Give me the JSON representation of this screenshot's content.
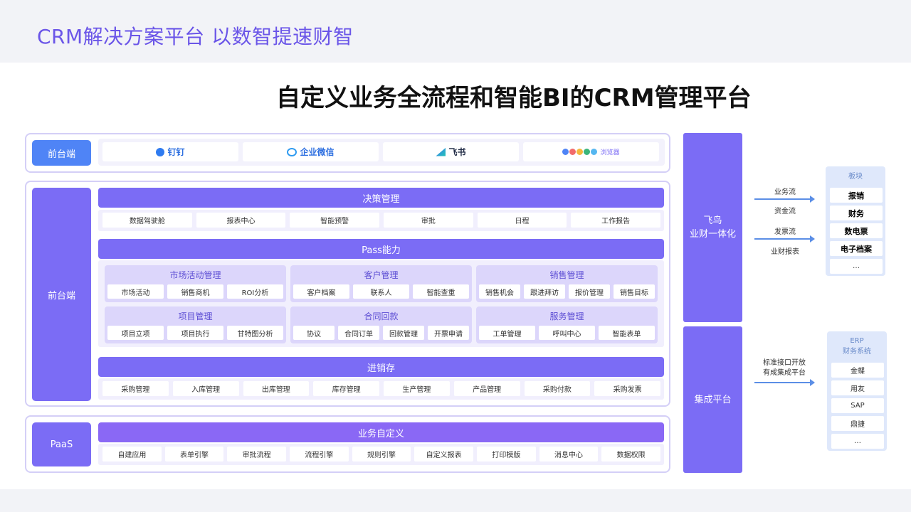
{
  "header": {
    "title": "CRM解决方案平台 以数智提速财智"
  },
  "main_title": "自定义业务全流程和智能BI的CRM管理平台",
  "front_panel": {
    "label": "前台端",
    "channels": [
      "钉钉",
      "企业微信",
      "飞书",
      "浏览器"
    ]
  },
  "core_panel": {
    "label": "前台端",
    "decision": {
      "title": "决策管理",
      "items": [
        "数据驾驶舱",
        "报表中心",
        "智能预警",
        "审批",
        "日程",
        "工作报告"
      ]
    },
    "pass": {
      "title": "Pass能力",
      "groups": [
        {
          "title": "市场活动管理",
          "items": [
            "市场活动",
            "销售商机",
            "ROI分析"
          ]
        },
        {
          "title": "客户管理",
          "items": [
            "客户档案",
            "联系人",
            "智能查重"
          ]
        },
        {
          "title": "销售管理",
          "items": [
            "销售机会",
            "跟进拜访",
            "报价管理",
            "销售目标"
          ]
        },
        {
          "title": "项目管理",
          "items": [
            "项目立项",
            "项目执行",
            "甘特图分析"
          ]
        },
        {
          "title": "合同回款",
          "items": [
            "协议",
            "合同订单",
            "回款管理",
            "开票申请"
          ]
        },
        {
          "title": "服务管理",
          "items": [
            "工单管理",
            "呼叫中心",
            "智能表单"
          ]
        }
      ]
    },
    "inventory": {
      "title": "进销存",
      "items": [
        "采购管理",
        "入库管理",
        "出库管理",
        "库存管理",
        "生产管理",
        "产品管理",
        "采购付款",
        "采购发票"
      ]
    }
  },
  "paas_panel": {
    "label": "PaaS",
    "title": "业务自定义",
    "items": [
      "自建应用",
      "表单引擎",
      "审批流程",
      "流程引擎",
      "规则引擎",
      "自定义报表",
      "打印模版",
      "消息中心",
      "数据权限"
    ]
  },
  "side": {
    "feiniao": "飞鸟\n业财一体化",
    "integration": "集成平台"
  },
  "flows_top": [
    "业务流",
    "资金流",
    "发票流",
    "业财报表"
  ],
  "flows_bottom": "标准接口开放\n有成集成平台",
  "module_box": {
    "title": "板块",
    "items": [
      "报销",
      "财务",
      "数电票",
      "电子档案",
      "…"
    ]
  },
  "erp_box": {
    "title": "ERP\n财务系统",
    "items": [
      "金蝶",
      "用友",
      "SAP",
      "鼎捷",
      "…"
    ]
  },
  "colors": {
    "accent": "#7b6cf5",
    "pill_blue": "#4f84f6",
    "title_purple": "#6a55e8",
    "border": "#d4cff7"
  }
}
